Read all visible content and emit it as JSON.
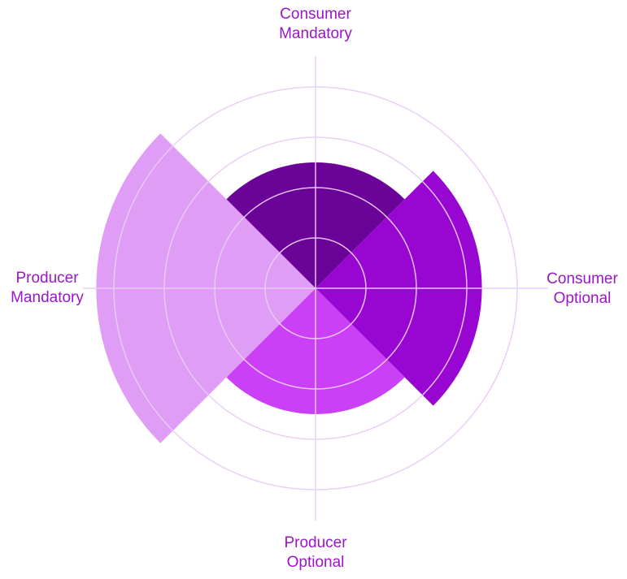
{
  "figure": {
    "background": "#ffffff",
    "label_color": "#9a16c9",
    "grid_color": "#e9ccf4",
    "axis_line_color": "#e9ccf4"
  },
  "chart_data": {
    "type": "polar_bar",
    "title": "",
    "legend": "none",
    "grid_on": true,
    "angular_categories": [
      "Consumer Mandatory",
      "Consumer Optional",
      "Producer Optional",
      "Producer Mandatory"
    ],
    "sector_width_deg": 90,
    "radial_axis": {
      "tick_values_units": [
        1,
        2,
        3,
        4
      ],
      "max_units": 4.61,
      "tick_labels_visible": false
    },
    "sectors": [
      {
        "category": "Consumer Mandatory",
        "label_line1": "Consumer",
        "label_line2": "Mandatory",
        "angle_center_deg": 90,
        "value_units": 2.5,
        "color": "#6b0399"
      },
      {
        "category": "Consumer Optional",
        "label_line1": "Consumer",
        "label_line2": "Optional",
        "angle_center_deg": 0,
        "value_units": 3.3,
        "color": "#9807d2"
      },
      {
        "category": "Producer Optional",
        "label_line1": "Producer",
        "label_line2": "Optional",
        "angle_center_deg": 270,
        "value_units": 2.5,
        "color": "#cb40f7"
      },
      {
        "category": "Producer Mandatory",
        "label_line1": "Producer",
        "label_line2": "Mandatory",
        "angle_center_deg": 180,
        "value_units": 4.35,
        "color": "#df9df5"
      }
    ]
  }
}
